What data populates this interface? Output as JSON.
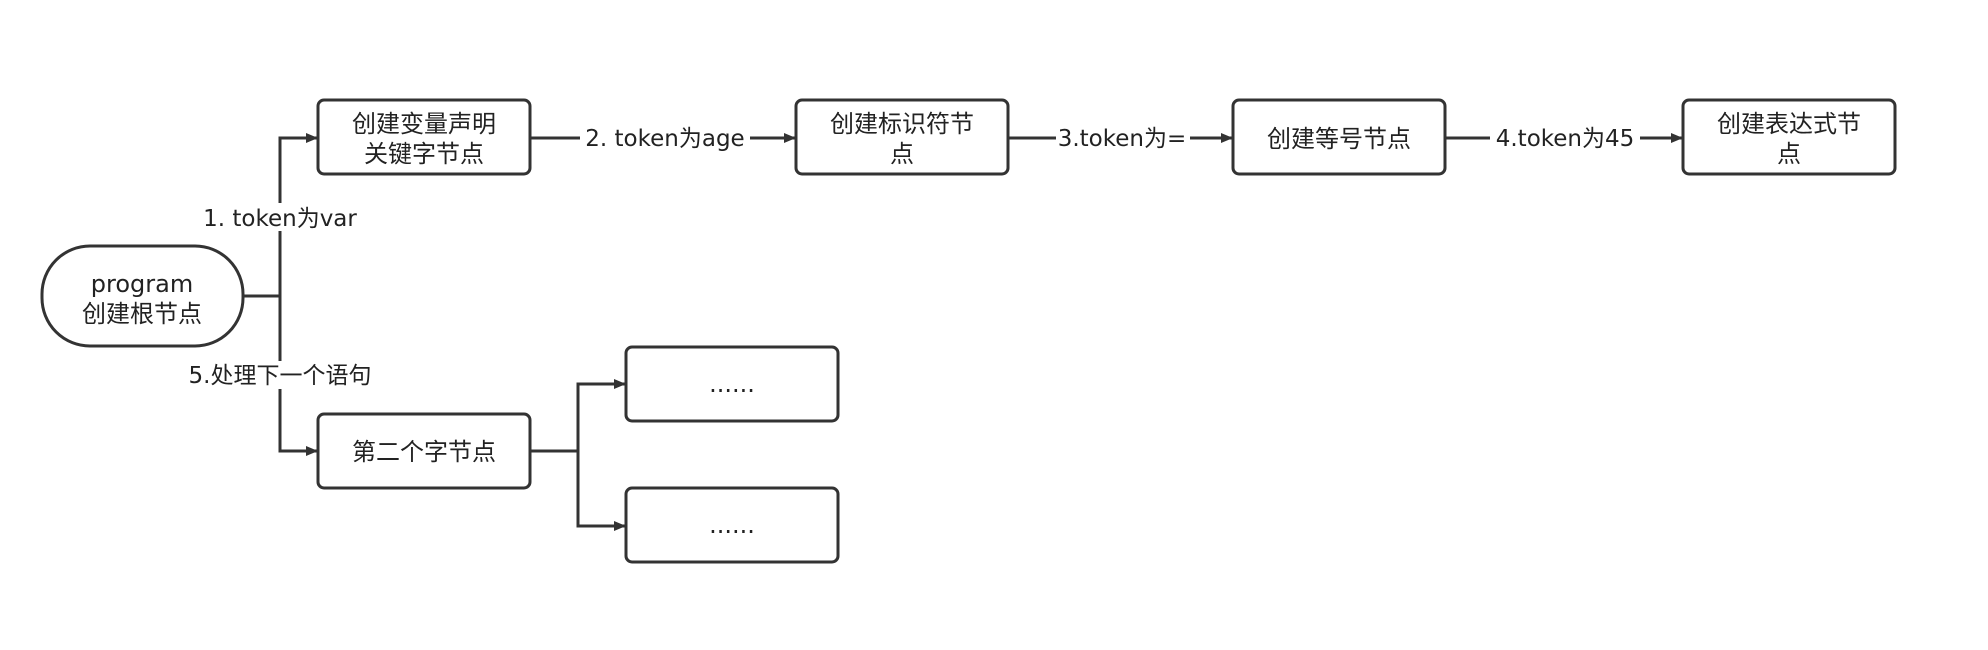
{
  "nodes": {
    "root": {
      "lines": [
        "program",
        "创建根节点"
      ]
    },
    "var_decl": {
      "lines": [
        "创建变量声明",
        "关键字节点"
      ]
    },
    "identifier": {
      "lines": [
        "创建标识符节",
        "点"
      ]
    },
    "equals": {
      "lines": [
        "创建等号节点"
      ]
    },
    "expression": {
      "lines": [
        "创建表达式节",
        "点"
      ]
    },
    "second": {
      "lines": [
        "第二个字节点"
      ]
    },
    "child_a": {
      "lines": [
        "......"
      ]
    },
    "child_b": {
      "lines": [
        "......"
      ]
    }
  },
  "edges": {
    "e1": "1. token为var",
    "e2": "2. token为age",
    "e3": "3.token为=",
    "e4": "4.token为45",
    "e5": "5.处理下一个语句"
  },
  "colors": {
    "stroke": "#333333",
    "text": "#222222",
    "background": "#ffffff"
  }
}
